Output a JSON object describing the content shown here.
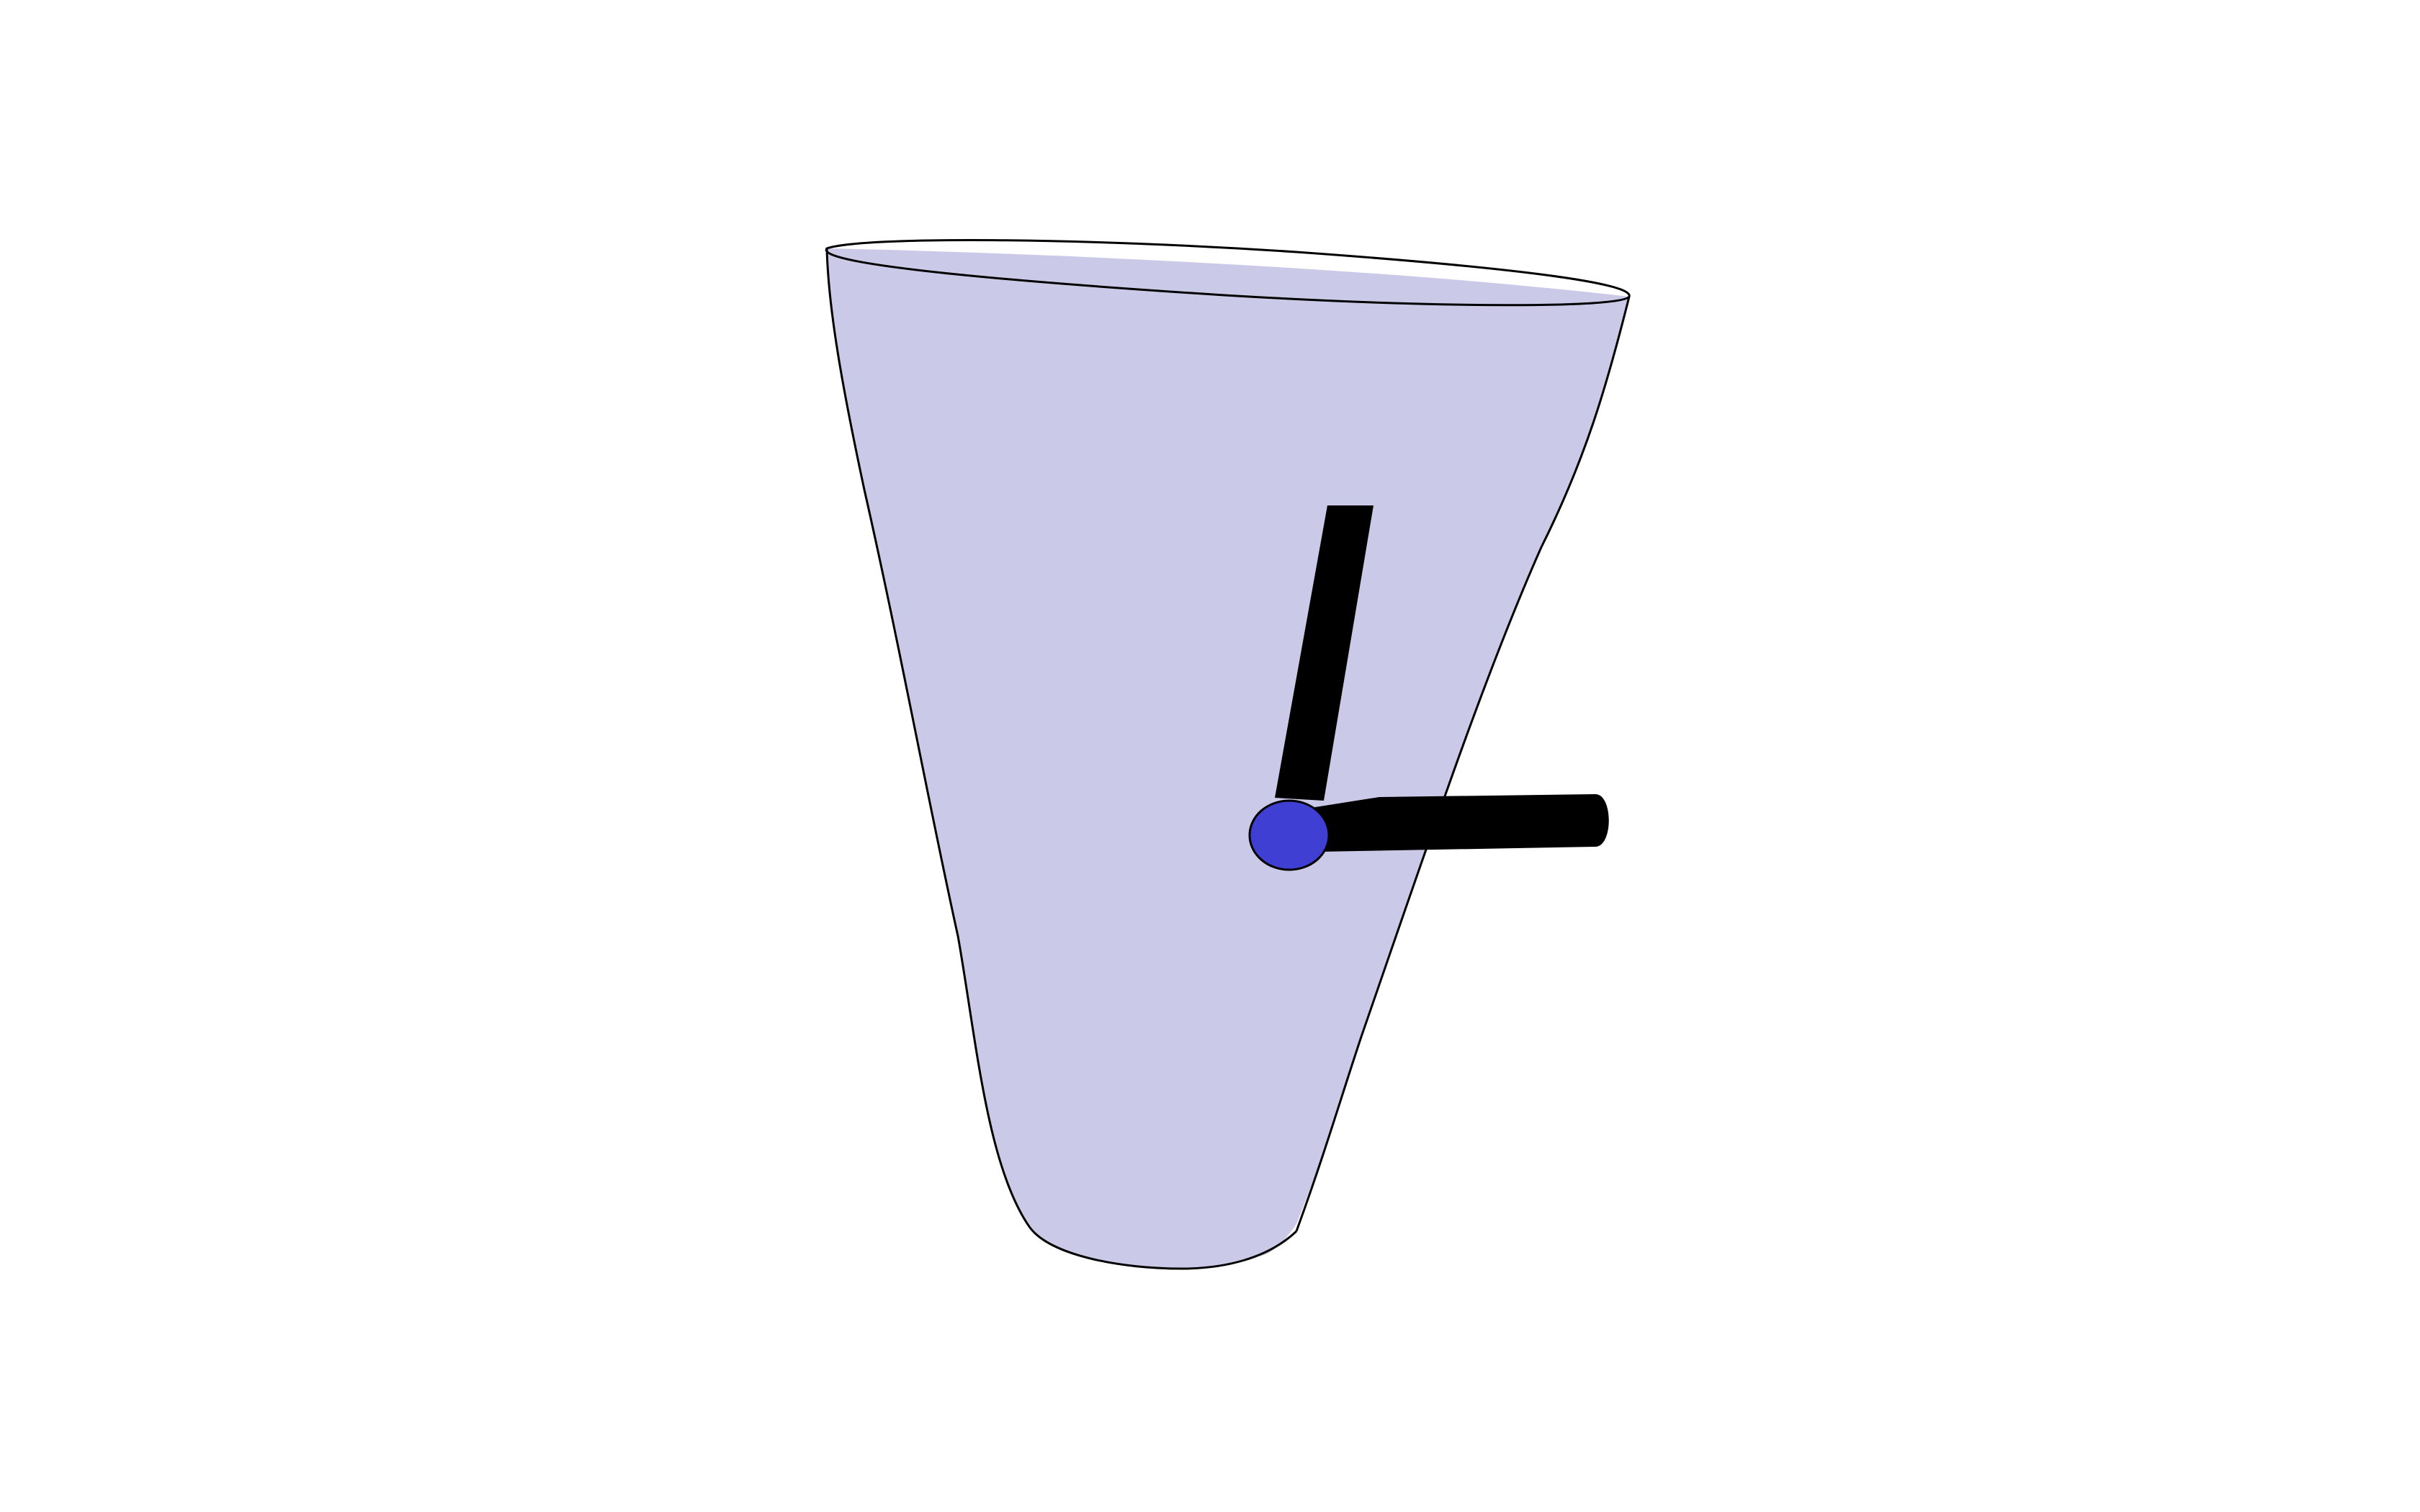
{
  "scene": {
    "background_color": "#ffffff",
    "surface": {
      "shape": "tapered-cup",
      "fill_color": "#cacae8",
      "stroke_color": "#000000"
    },
    "vectors": [
      {
        "name": "vector-up",
        "color": "#000000"
      },
      {
        "name": "vector-right",
        "color": "#000000"
      }
    ],
    "point": {
      "name": "base-point",
      "color": "#3f3fd4",
      "stroke_color": "#000000"
    }
  }
}
